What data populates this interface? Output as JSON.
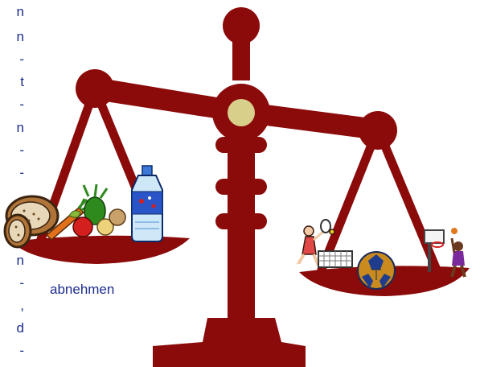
{
  "left_column_fragments": [
    "n",
    "n",
    "-",
    "t",
    "-",
    "n",
    "-",
    "-",
    "n",
    "-",
    ",",
    "d",
    "-"
  ],
  "caption": "abnehmen",
  "colors": {
    "scale": "#8b0a0a",
    "hub": "#d8cf8a",
    "text": "#1b2c8c"
  },
  "icons": {
    "left_pan": [
      "bread-icon",
      "vegetables-icon",
      "water-bottle-icon"
    ],
    "right_pan": [
      "tennis-player-icon",
      "net-icon",
      "handball-icon",
      "basketball-player-icon"
    ]
  }
}
